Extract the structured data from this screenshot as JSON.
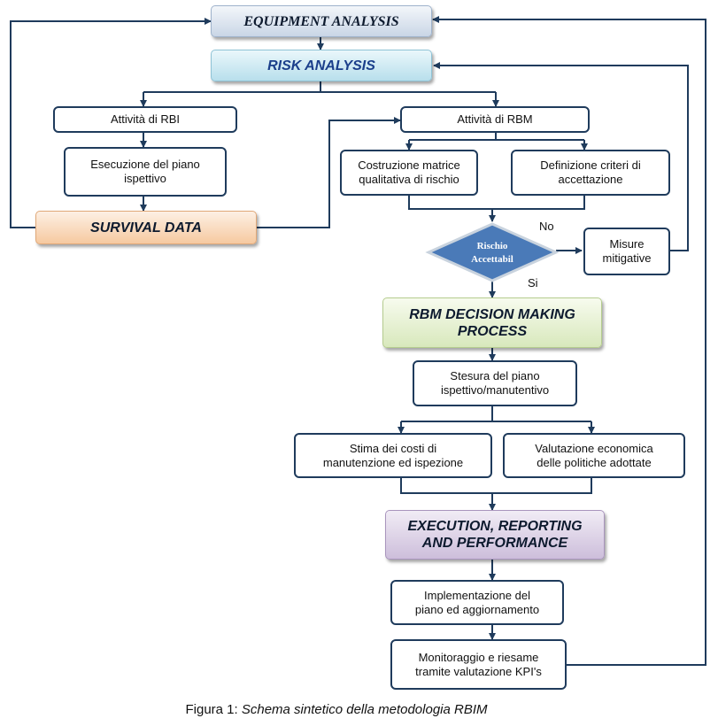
{
  "phases": {
    "equipment": "EQUIPMENT ANALYSIS",
    "risk": "RISK ANALYSIS",
    "survival": "SURVIVAL DATA",
    "rbm_decision": "RBM DECISION MAKING\nPROCESS",
    "execution": "EXECUTION, REPORTING\nAND PERFORMANCE"
  },
  "boxes": {
    "attivita_rbi": "Attività di RBI",
    "esecuzione_piano": "Esecuzione del piano\nispettivo",
    "attivita_rbm": "Attività di RBM",
    "costruzione_matrice": "Costruzione matrice\nqualitativa di rischio",
    "definizione_criteri": "Definizione criteri di\naccettazione",
    "misure_mitigative": "Misure\nmitigative",
    "stesura_piano": "Stesura del piano\nispettivo/manutentivo",
    "stima_costi": "Stima dei costi di\nmanutenzione ed ispezione",
    "valutazione_economica": "Valutazione economica\ndelle politiche adottate",
    "implementazione": "Implementazione del\npiano ed aggiornamento",
    "monitoraggio": "Monitoraggio e riesame\ntramite valutazione KPI's"
  },
  "decision": {
    "line1": "Rischio",
    "line2": "Accettabil",
    "no": "No",
    "si": "Si"
  },
  "caption": {
    "prefix": "Figura 1: ",
    "text": "Schema sintetico della metodologia RBIM"
  },
  "colors": {
    "line": "#1f3b5c",
    "diamond": "#4a7ab8"
  }
}
